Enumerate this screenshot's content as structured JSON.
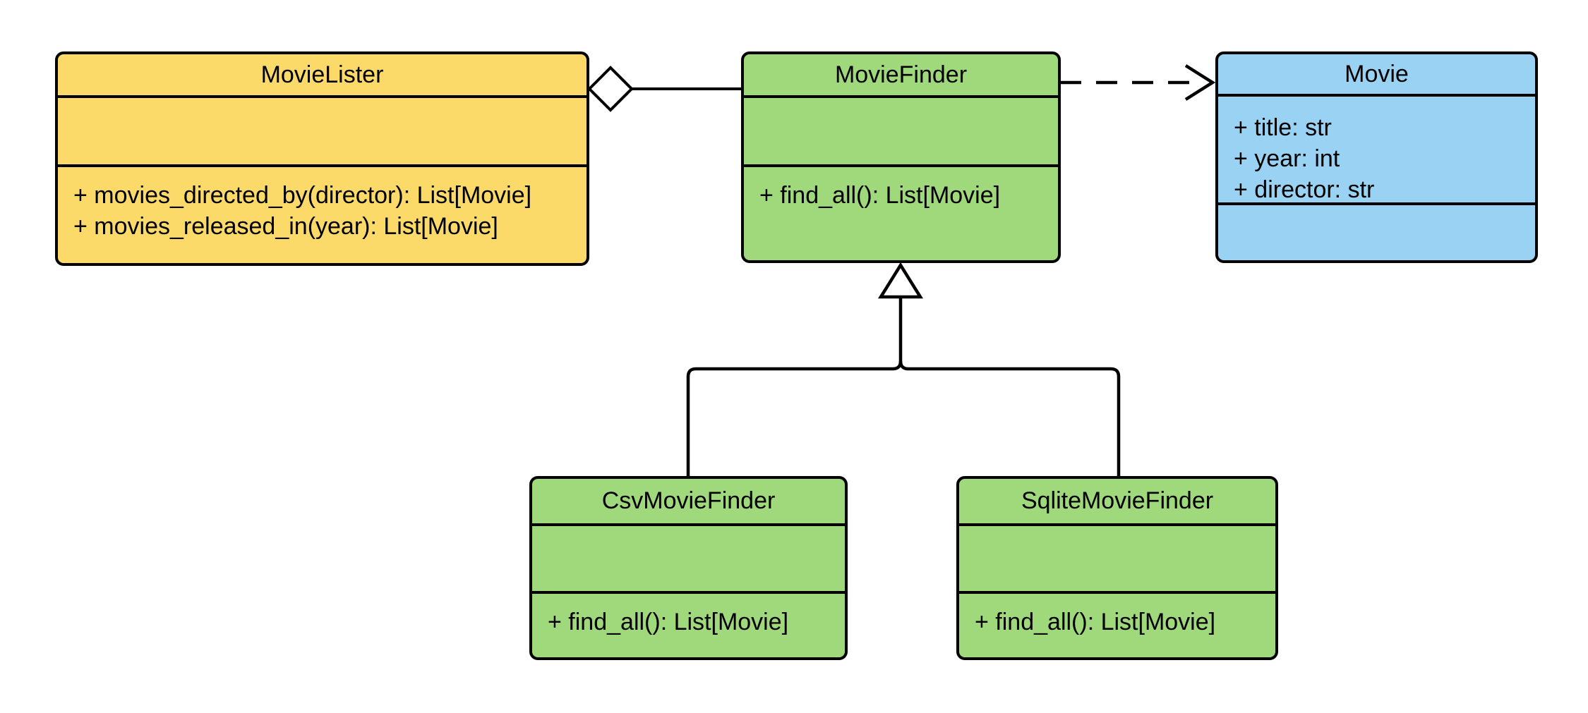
{
  "diagram_type": "uml-class-diagram",
  "colors": {
    "yellow_fill": "#FCDA6A",
    "green_fill": "#9FD97B",
    "blue_fill": "#99D2F2",
    "line_stroke": "#000000",
    "background": "#FFFFFF"
  },
  "classes": [
    {
      "name": "MovieLister",
      "attributes": [],
      "methods": [
        "+ movies_directed_by(director): List[Movie]",
        "+ movies_released_in(year): List[Movie]"
      ]
    },
    {
      "name": "MovieFinder",
      "attributes": [],
      "methods": [
        "+ find_all(): List[Movie]"
      ]
    },
    {
      "name": "Movie",
      "attributes": [
        "+ title: str",
        "+ year: int",
        "+ director: str"
      ],
      "methods": []
    },
    {
      "name": "CsvMovieFinder",
      "attributes": [],
      "methods": [
        "+ find_all(): List[Movie]"
      ]
    },
    {
      "name": "SqliteMovieFinder",
      "attributes": [],
      "methods": [
        "+ find_all(): List[Movie]"
      ]
    }
  ],
  "relationships": [
    {
      "type": "aggregation",
      "from": "MovieLister",
      "to": "MovieFinder",
      "marker": "hollow-diamond-at-MovieLister",
      "line": "solid"
    },
    {
      "type": "dependency",
      "from": "MovieFinder",
      "to": "Movie",
      "marker": "open-arrow-at-Movie",
      "line": "dashed"
    },
    {
      "type": "inheritance",
      "from": "CsvMovieFinder",
      "to": "MovieFinder",
      "marker": "hollow-triangle-at-MovieFinder",
      "line": "solid"
    },
    {
      "type": "inheritance",
      "from": "SqliteMovieFinder",
      "to": "MovieFinder",
      "marker": "hollow-triangle-at-MovieFinder",
      "line": "solid"
    }
  ]
}
